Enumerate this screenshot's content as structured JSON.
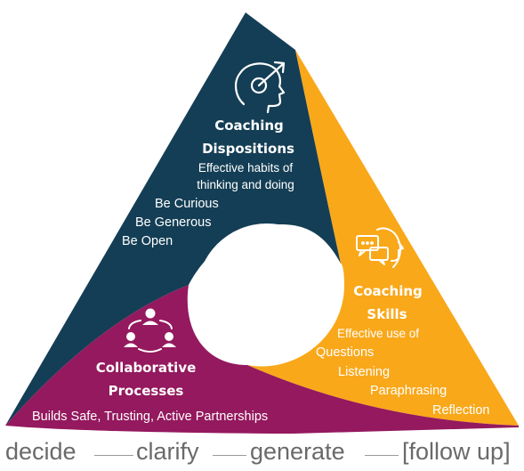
{
  "colors": {
    "dispositions": "#143e55",
    "skills": "#f9a81a",
    "processes": "#94195e",
    "footer_text": "#6a6a6a"
  },
  "dispositions": {
    "icon": "head-with-arrow-icon",
    "title_line1": "Coaching",
    "title_line2": "Dispositions",
    "desc_line1": "Effective habits of",
    "desc_line2": "thinking and doing",
    "items": [
      "Be Curious",
      "Be Generous",
      "Be Open"
    ]
  },
  "skills": {
    "icon": "head-with-speech-bubbles-icon",
    "title_line1": "Coaching",
    "title_line2": "Skills",
    "desc_line1": "Effective use of",
    "items": [
      "Questions",
      "Listening",
      "Paraphrasing",
      "Reflection"
    ]
  },
  "processes": {
    "icon": "group-of-people-icon",
    "title_line1": "Collaborative",
    "title_line2": "Processes",
    "desc_line1": "Builds Safe, Trusting, Active Partnerships"
  },
  "footer": {
    "steps": [
      "decide",
      "clarify",
      "generate",
      "[follow up]"
    ]
  }
}
